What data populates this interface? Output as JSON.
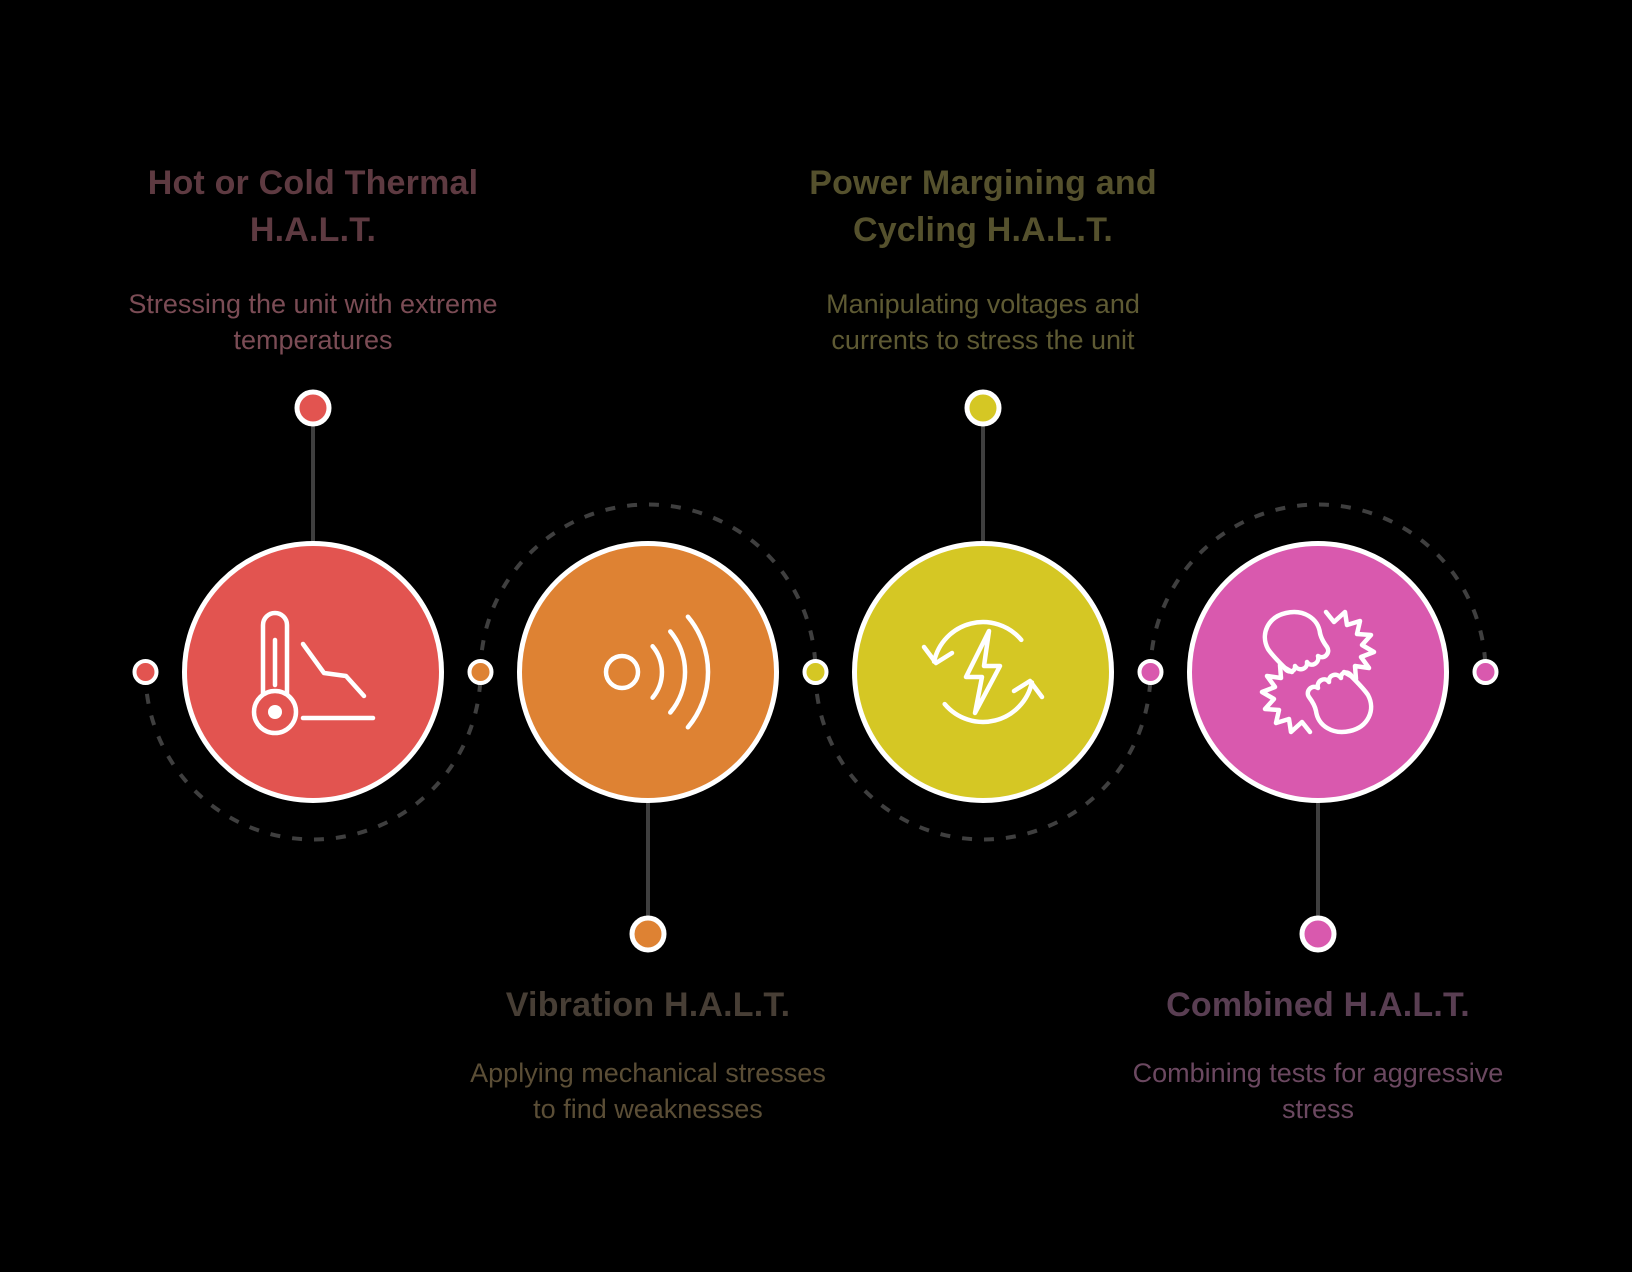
{
  "colors": {
    "background": "#000000",
    "connector_line": "#3f3f3f",
    "circle_outline": "#ffffff",
    "icon_stroke": "#ffffff",
    "thermal_red": "#e25450",
    "vibration_orange": "#de8233",
    "power_yellow": "#d5c724",
    "combined_pink": "#d959ae"
  },
  "sections": [
    {
      "title": "Hot or Cold Thermal\nH.A.L.T.",
      "description": "Stressing the unit with extreme\ntemperatures",
      "icon": "thermometer-falling-icon",
      "circle_color": "#e25450",
      "title_color": "#5e3a41",
      "description_color": "#7b4c55",
      "label_position": "top"
    },
    {
      "title": "Vibration H.A.L.T.",
      "description": "Applying mechanical stresses\nto find weaknesses",
      "icon": "vibration-waves-icon",
      "circle_color": "#de8233",
      "title_color": "#473e35",
      "description_color": "#5b4e36",
      "label_position": "bottom"
    },
    {
      "title": "Power Margining and\nCycling H.A.L.T.",
      "description": "Manipulating voltages and\ncurrents to stress the unit",
      "icon": "power-cycle-icon",
      "circle_color": "#d5c724",
      "title_color": "#55512d",
      "description_color": "#5e5a33",
      "label_position": "top"
    },
    {
      "title": "Combined H.A.L.T.",
      "description": "Combining tests for aggressive\nstress",
      "icon": "combined-fists-icon",
      "circle_color": "#d959ae",
      "title_color": "#593e52",
      "description_color": "#6b4860",
      "label_position": "bottom"
    }
  ],
  "rail_dots": [
    {
      "name": "left-edge",
      "color": "#e25450"
    },
    {
      "name": "between-thermal-vibration",
      "color": "#de8233"
    },
    {
      "name": "between-vibration-power",
      "color": "#d5c724"
    },
    {
      "name": "between-power-combined",
      "color": "#d959ae"
    },
    {
      "name": "right-edge",
      "color": "#d959ae"
    }
  ],
  "stem_dots": [
    {
      "name": "above-thermal",
      "color": "#e25450"
    },
    {
      "name": "below-vibration",
      "color": "#de8233"
    },
    {
      "name": "above-power",
      "color": "#d5c724"
    },
    {
      "name": "below-combined",
      "color": "#d959ae"
    }
  ]
}
